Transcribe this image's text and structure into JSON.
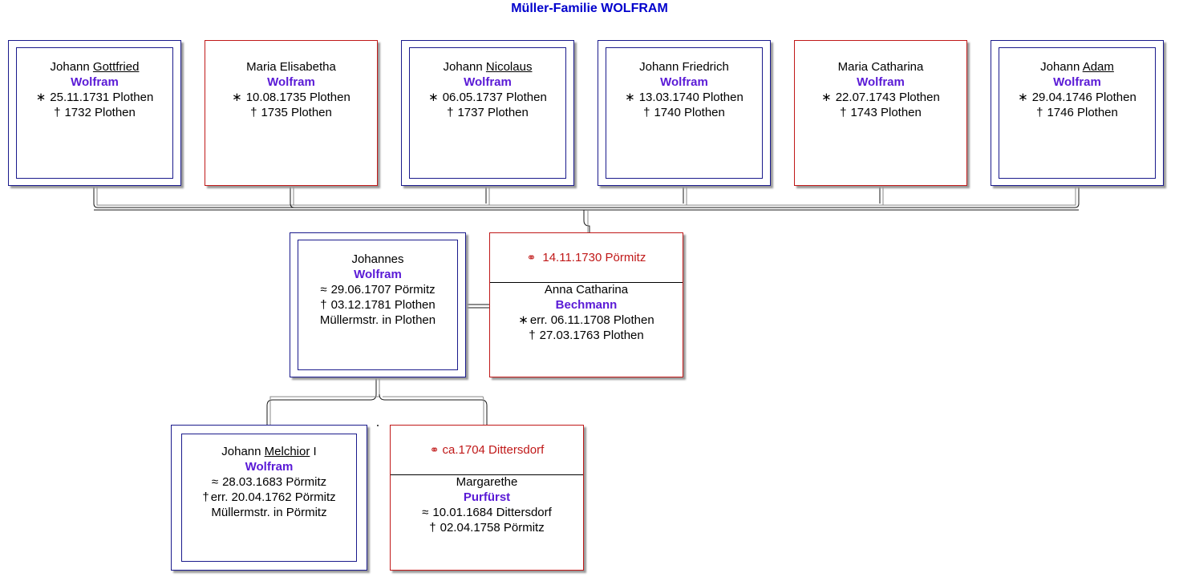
{
  "title": "Müller-Familie WOLFRAM",
  "colors": {
    "male_border": "#1a1a8c",
    "female_border": "#c01818",
    "surname": "#5a1ad6",
    "title": "#0000cc",
    "marriage_text": "#c01818"
  },
  "symbols": {
    "birth": "∗",
    "death": "†",
    "baptism": "≈",
    "marriage": "⚭"
  },
  "children": [
    {
      "first": "Johann",
      "call": "Gottfried",
      "surname": "Wolfram",
      "birth": "25.11.1731 Plothen",
      "death": "1732 Plothen"
    },
    {
      "first": "Maria Elisabetha",
      "call": "",
      "surname": "Wolfram",
      "birth": "10.08.1735 Plothen",
      "death": "1735 Plothen"
    },
    {
      "first": "Johann",
      "call": "Nicolaus",
      "surname": "Wolfram",
      "birth": "06.05.1737 Plothen",
      "death": "1737 Plothen"
    },
    {
      "first": "Johann Friedrich",
      "call": "",
      "surname": "Wolfram",
      "birth": "13.03.1740 Plothen",
      "death": "1740 Plothen"
    },
    {
      "first": "Maria Catharina",
      "call": "",
      "surname": "Wolfram",
      "birth": "22.07.1743 Plothen",
      "death": "1743 Plothen"
    },
    {
      "first": "Johann",
      "call": "Adam",
      "surname": "Wolfram",
      "birth": "29.04.1746 Plothen",
      "death": "1746 Plothen"
    }
  ],
  "father": {
    "first": "Johannes",
    "surname": "Wolfram",
    "baptism": "29.06.1707 Pörmitz",
    "death": "03.12.1781 Plothen",
    "occupation": "Müllermstr. in Plothen"
  },
  "mother": {
    "marriage": "14.11.1730 Pörmitz",
    "first": "Anna Catharina",
    "surname": "Bechmann",
    "birth": "err. 06.11.1708 Plothen",
    "death": "27.03.1763 Plothen"
  },
  "grandfather": {
    "first": "Johann",
    "call": "Melchior",
    "suffix": "I",
    "surname": "Wolfram",
    "baptism": "28.03.1683 Pörmitz",
    "death": "err. 20.04.1762 Pörmitz",
    "occupation": "Müllermstr. in Pörmitz"
  },
  "grandmother": {
    "marriage": "ca.1704 Dittersdorf",
    "first": "Margarethe",
    "surname": "Purfürst",
    "baptism": "10.01.1684 Dittersdorf",
    "death": "02.04.1758 Pörmitz"
  }
}
